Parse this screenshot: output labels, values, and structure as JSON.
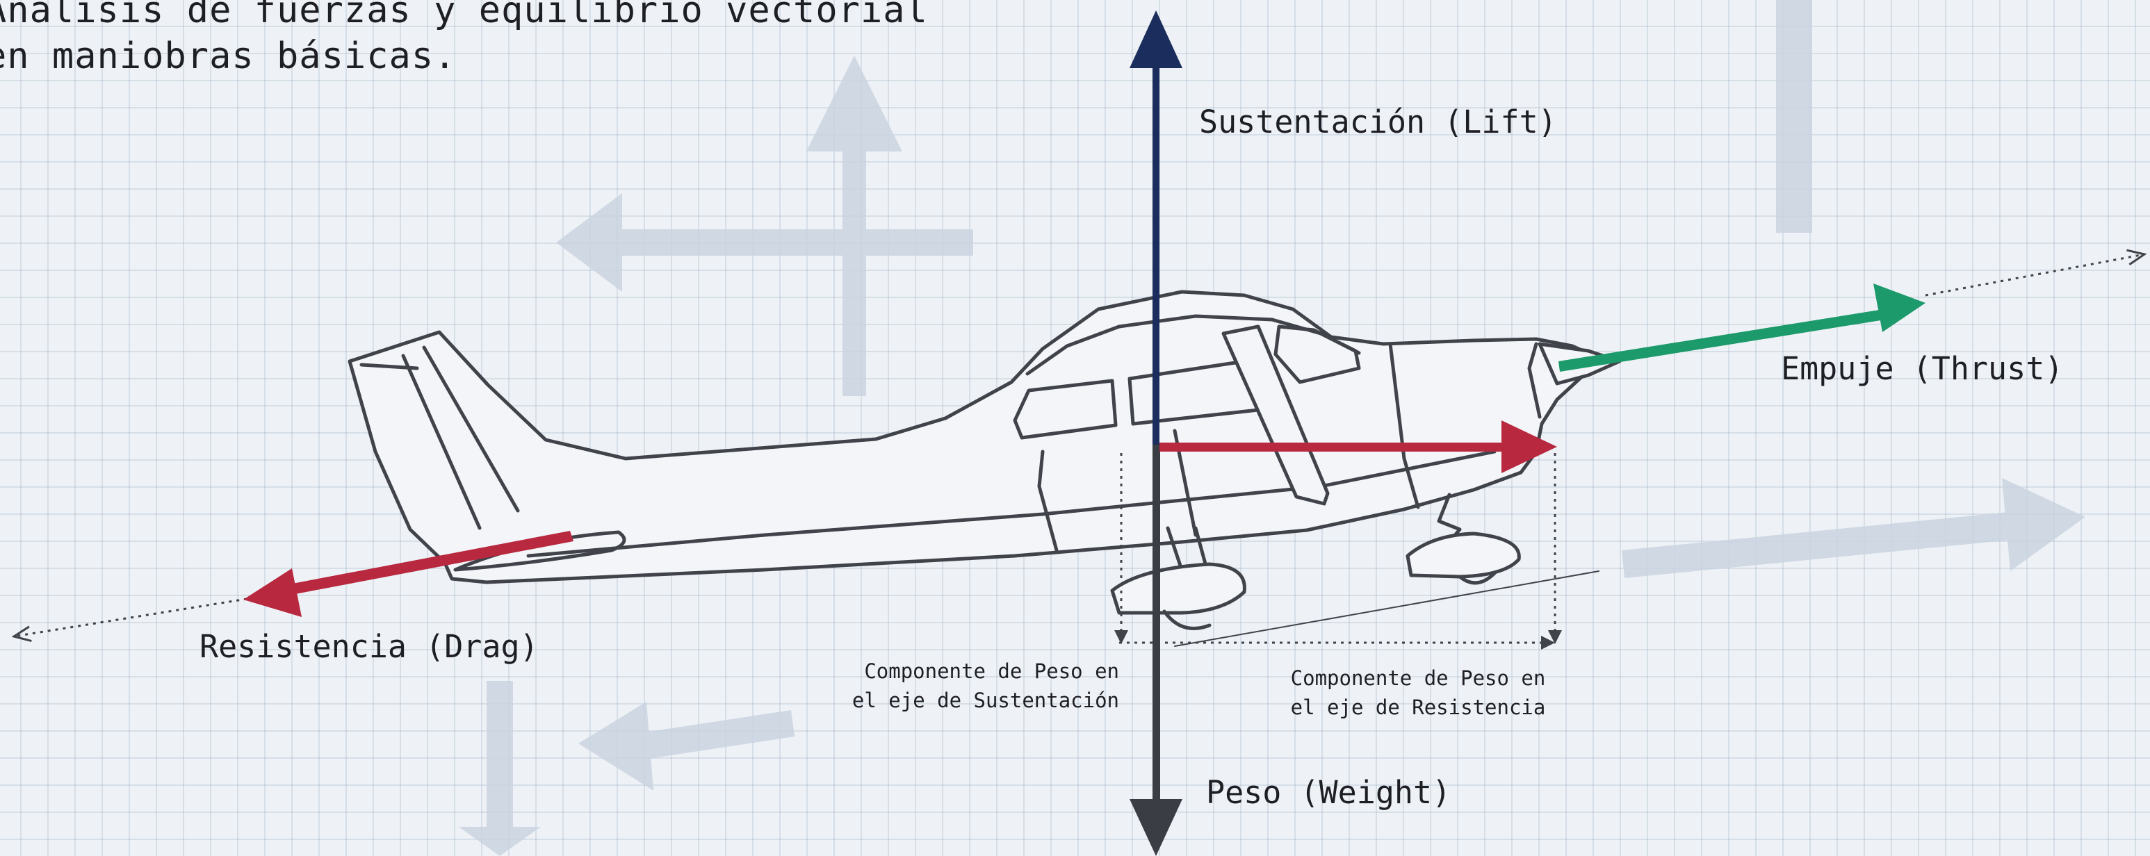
{
  "title": {
    "line1": "Análisis de fuerzas y equilibrio vectorial",
    "line2": "en maniobras básicas."
  },
  "forces": {
    "lift": "Sustentación (Lift)",
    "thrust": "Empuje (Thrust)",
    "drag": "Resistencia (Drag)",
    "weight": "Peso (Weight)"
  },
  "components": {
    "lift_axis": {
      "line1": "Componente de Peso en",
      "line2": "el eje de Sustentación"
    },
    "drag_axis": {
      "line1": "Componente de Peso en",
      "line2": "el eje de Resistencia"
    }
  },
  "colors": {
    "lift": "#1a2d5c",
    "thrust": "#1c9a6b",
    "drag": "#b8283f",
    "weight": "#3a3d44",
    "aircraft_outline": "#40434a",
    "background_arrows": "#c9d3df"
  }
}
